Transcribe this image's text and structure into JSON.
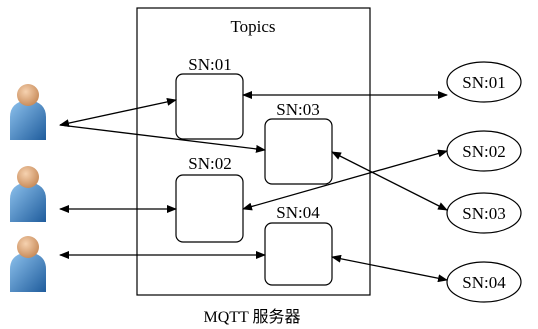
{
  "server": {
    "topics_title": "Topics",
    "caption": "MQTT 服务器"
  },
  "topics": [
    {
      "label": "SN:01"
    },
    {
      "label": "SN:03"
    },
    {
      "label": "SN:02"
    },
    {
      "label": "SN:04"
    }
  ],
  "devices": [
    {
      "label": "SN:01"
    },
    {
      "label": "SN:02"
    },
    {
      "label": "SN:03"
    },
    {
      "label": "SN:04"
    }
  ],
  "users": [
    {
      "icon": "user-icon"
    },
    {
      "icon": "user-icon"
    },
    {
      "icon": "user-icon"
    }
  ],
  "colors": {
    "line": "#000000",
    "skin": "#e8b48a",
    "shirt": "#3f82c7"
  }
}
